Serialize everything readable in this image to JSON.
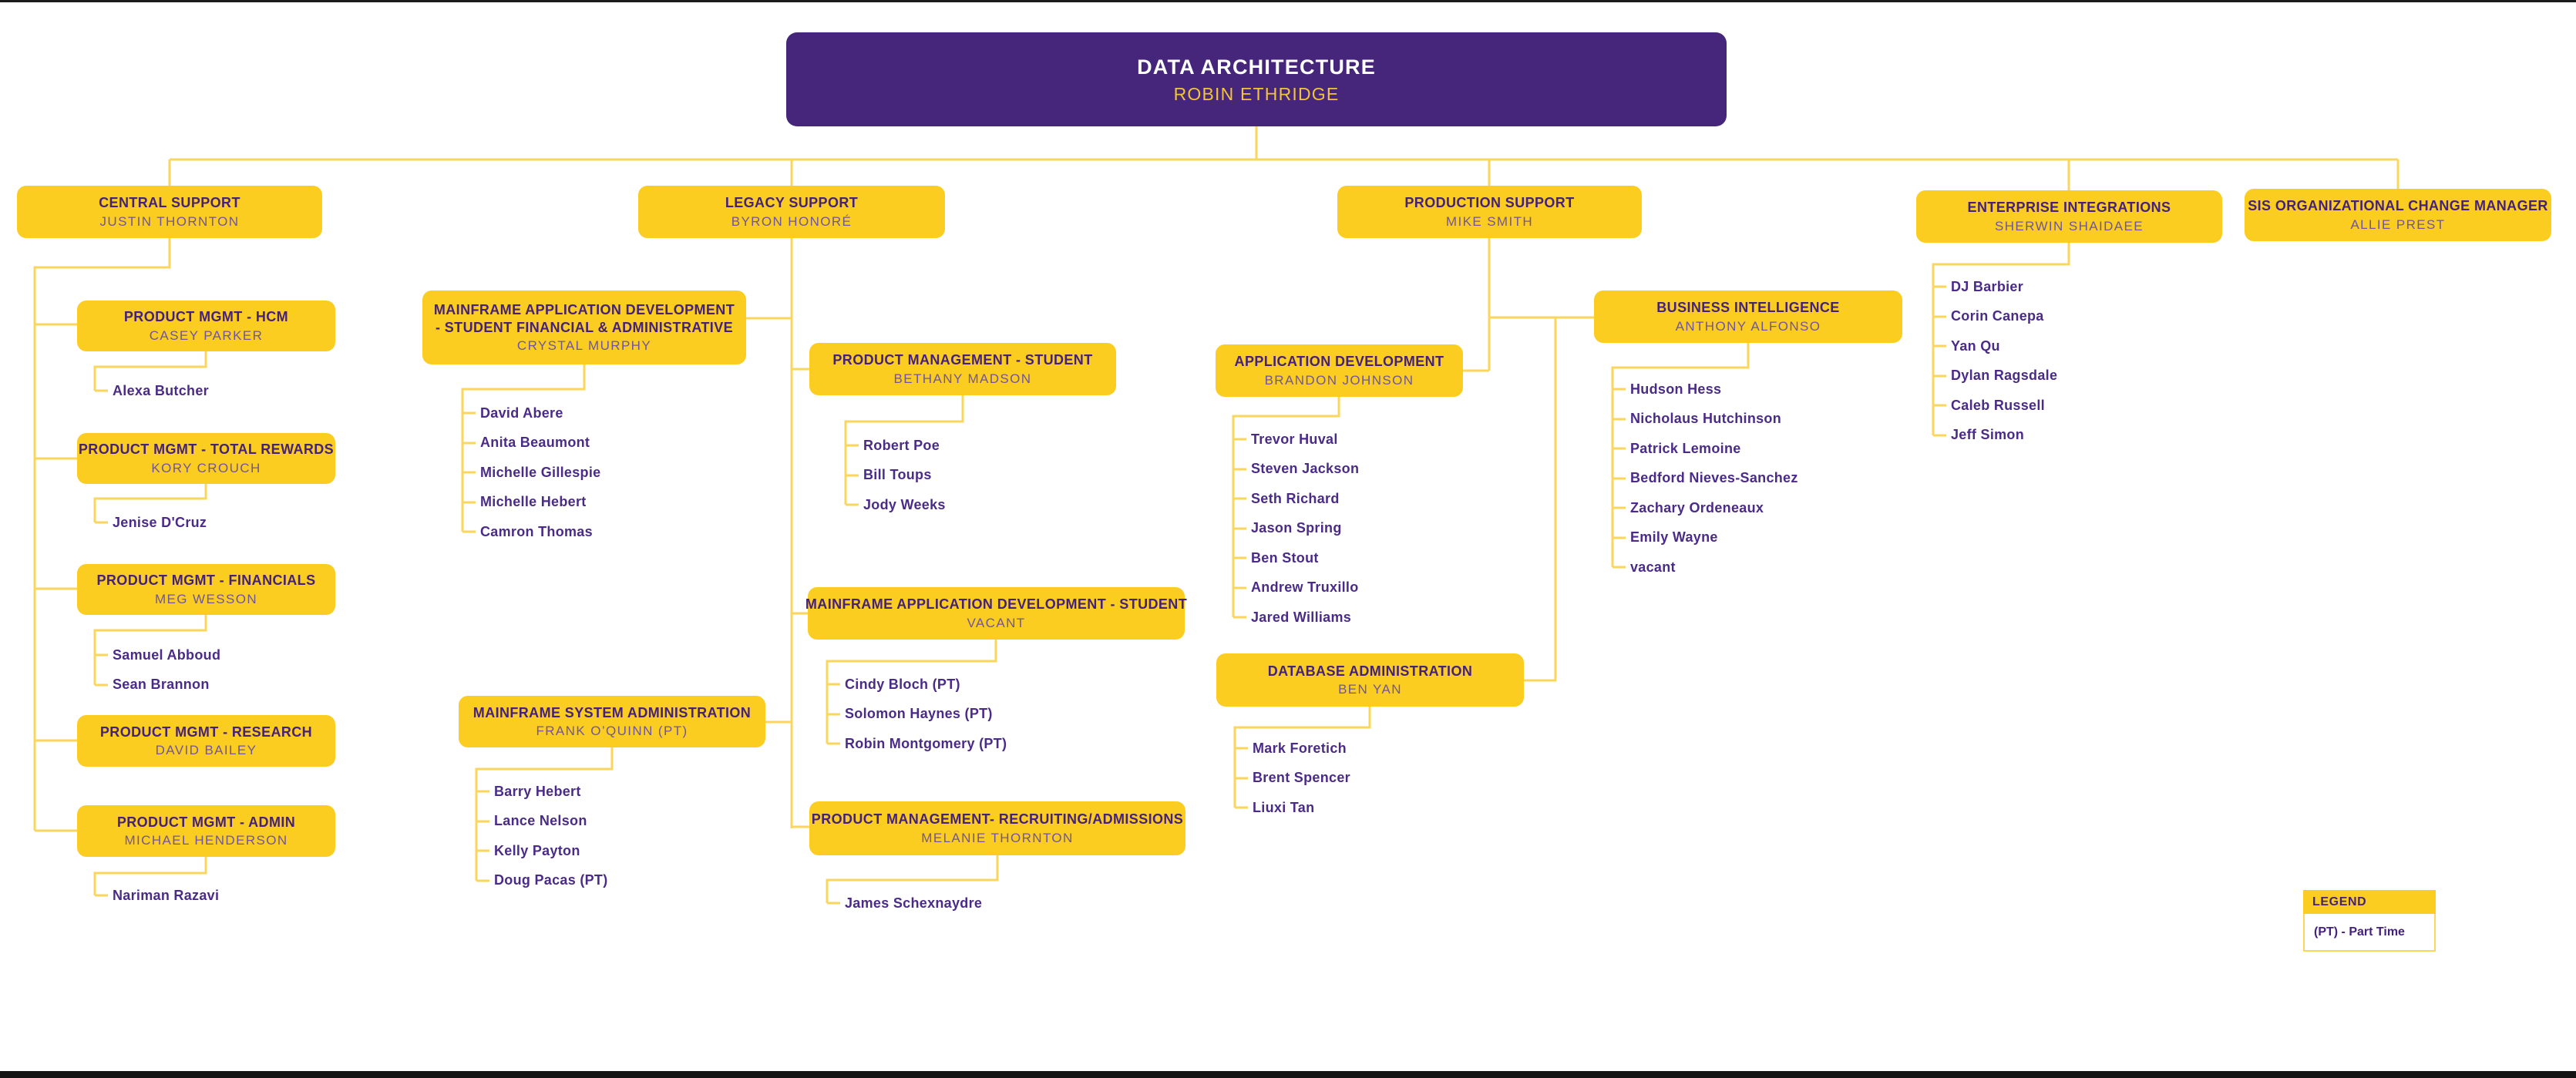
{
  "root": {
    "title": "DATA ARCHITECTURE",
    "name": "ROBIN ETHRIDGE"
  },
  "branches": {
    "central": {
      "title": "CENTRAL SUPPORT",
      "name": "JUSTIN THORNTON"
    },
    "legacy": {
      "title": "LEGACY SUPPORT",
      "name": "BYRON HONORÉ"
    },
    "production": {
      "title": "PRODUCTION SUPPORT",
      "name": "MIKE SMITH"
    },
    "enterprise": {
      "title": "ENTERPRISE INTEGRATIONS",
      "name": "SHERWIN SHAIDAEE",
      "members": [
        "DJ Barbier",
        "Corin Canepa",
        "Yan Qu",
        "Dylan Ragsdale",
        "Caleb Russell",
        "Jeff Simon"
      ]
    },
    "sis": {
      "title": "SIS ORGANIZATIONAL CHANGE MANAGER",
      "name": "ALLIE PREST"
    }
  },
  "teams": {
    "hcm": {
      "title": "PRODUCT MGMT - HCM",
      "name": "CASEY PARKER",
      "members": [
        "Alexa Butcher"
      ]
    },
    "total_rewards": {
      "title": "PRODUCT MGMT - TOTAL REWARDS",
      "name": "KORY CROUCH",
      "members": [
        "Jenise D'Cruz"
      ]
    },
    "financials": {
      "title": "PRODUCT MGMT - FINANCIALS",
      "name": "MEG WESSON",
      "members": [
        "Samuel Abboud",
        "Sean Brannon"
      ]
    },
    "research": {
      "title": "PRODUCT MGMT - RESEARCH",
      "name": "DAVID BAILEY",
      "members": []
    },
    "admin": {
      "title": "PRODUCT MGMT - ADMIN",
      "name": "MICHAEL HENDERSON",
      "members": [
        "Nariman Razavi"
      ]
    },
    "mad_sfa": {
      "title": "MAINFRAME APPLICATION  DEVELOPMENT - STUDENT FINANCIAL & ADMINISTRATIVE",
      "name": "CRYSTAL MURPHY",
      "members": [
        "David Abere",
        "Anita Beaumont",
        "Michelle Gillespie",
        "Michelle Hebert",
        "Camron Thomas"
      ]
    },
    "msa": {
      "title": "MAINFRAME SYSTEM ADMINISTRATION",
      "name": "FRANK O’QUINN (PT)",
      "members": [
        "Barry Hebert",
        "Lance Nelson",
        "Kelly Payton",
        "Doug Pacas (PT)"
      ]
    },
    "pm_student": {
      "title": "PRODUCT MANAGEMENT - STUDENT",
      "name": "BETHANY MADSON",
      "members": [
        "Robert Poe",
        "Bill Toups",
        "Jody Weeks"
      ]
    },
    "mad_student": {
      "title": "MAINFRAME APPLICATION DEVELOPMENT - STUDENT",
      "name": "VACANT",
      "members": [
        "Cindy Bloch (PT)",
        "Solomon Haynes (PT)",
        "Robin Montgomery (PT)"
      ]
    },
    "pm_recruiting": {
      "title": "PRODUCT MANAGEMENT- RECRUITING/ADMISSIONS",
      "name": "MELANIE THORNTON",
      "members": [
        "James Schexnaydre"
      ]
    },
    "app_dev": {
      "title": "APPLICATION DEVELOPMENT",
      "name": "BRANDON JOHNSON",
      "members": [
        "Trevor Huval",
        "Steven Jackson",
        "Seth Richard",
        "Jason Spring",
        "Ben Stout",
        "Andrew Truxillo",
        "Jared Williams"
      ]
    },
    "biz_intel": {
      "title": "BUSINESS INTELLIGENCE",
      "name": "ANTHONY ALFONSO",
      "members": [
        "Hudson Hess",
        "Nicholaus Hutchinson",
        "Patrick Lemoine",
        "Bedford Nieves-Sanchez",
        "Zachary Ordeneaux",
        "Emily Wayne",
        "vacant"
      ]
    },
    "dba": {
      "title": "DATABASE ADMINISTRATION",
      "name": "BEN YAN",
      "members": [
        "Mark Foretich",
        "Brent Spencer",
        "Liuxi Tan"
      ]
    }
  },
  "legend": {
    "title": "LEGEND",
    "items": [
      "(PT) - Part Time"
    ]
  },
  "colors": {
    "purple": "#45267B",
    "gold": "#FCCD21",
    "connector": "#FAD65C",
    "title_text": "#44217A",
    "name_text": "#6F559E",
    "member_text": "#4A2B87",
    "root_name_text": "#F2C438"
  }
}
